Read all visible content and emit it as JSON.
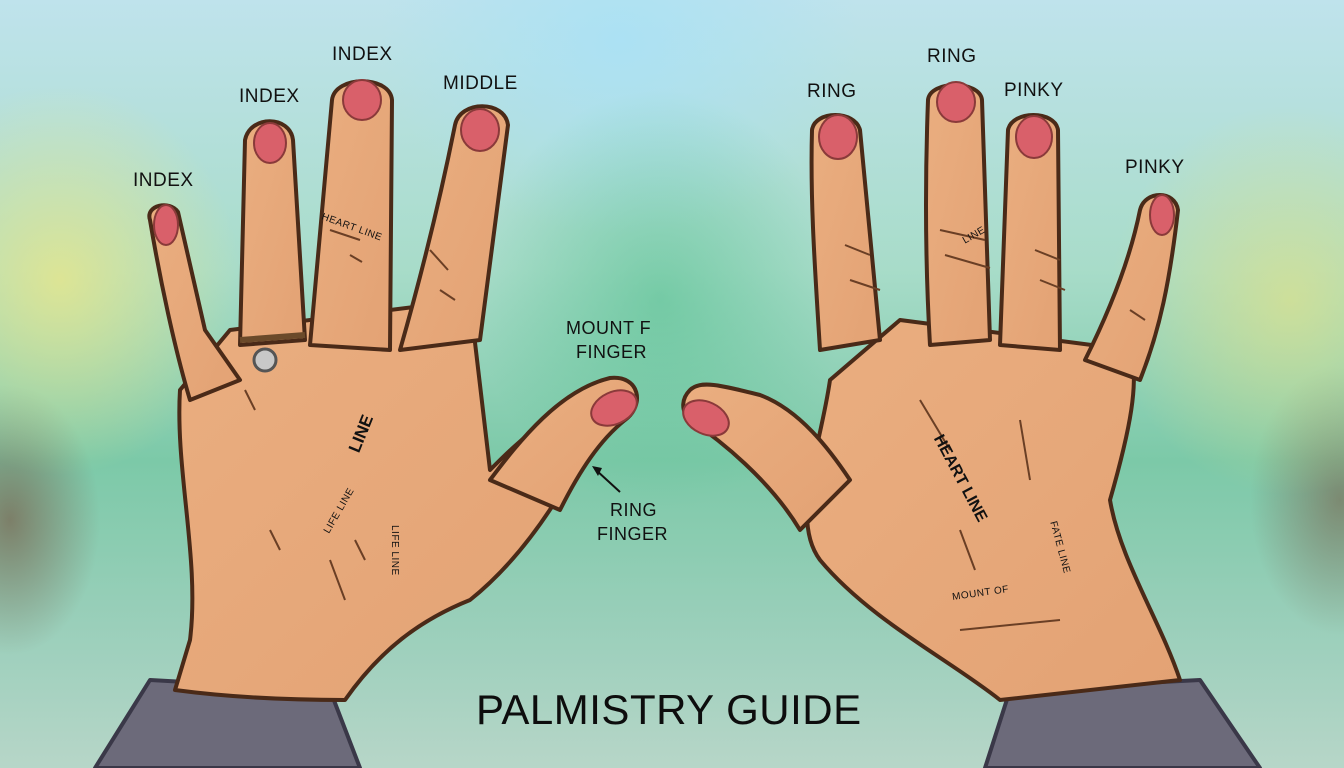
{
  "title": "PALMISTRY GUIDE",
  "left_hand": {
    "finger_labels": [
      "INDEX",
      "INDEX",
      "INDEX",
      "MIDDLE"
    ],
    "palm_labels": {
      "finger_line": "HEART LINE",
      "main_line": "LINE",
      "diag_life_line": "LIFE LINE",
      "vertical_life_line": "LIFE LINE"
    },
    "thumb_labels": {
      "mount": "MOUNT F",
      "mount_line2": "FINGER",
      "arrow_label_1": "RING",
      "arrow_label_2": "FINGER"
    }
  },
  "right_hand": {
    "finger_labels": [
      "RING",
      "RING",
      "PINKY",
      "PINKY"
    ],
    "palm_labels": {
      "finger_line": "LINE",
      "heart_line": "HEART LINE",
      "fate_line": "FATE LINE",
      "mount": "MOUNT OF"
    }
  },
  "colors": {
    "skin": "#e7a878",
    "skin_shadow": "#c98555",
    "outline": "#4a2a18",
    "nail": "#d9606a",
    "sleeve": "#6c6a7a",
    "text": "#111111"
  }
}
